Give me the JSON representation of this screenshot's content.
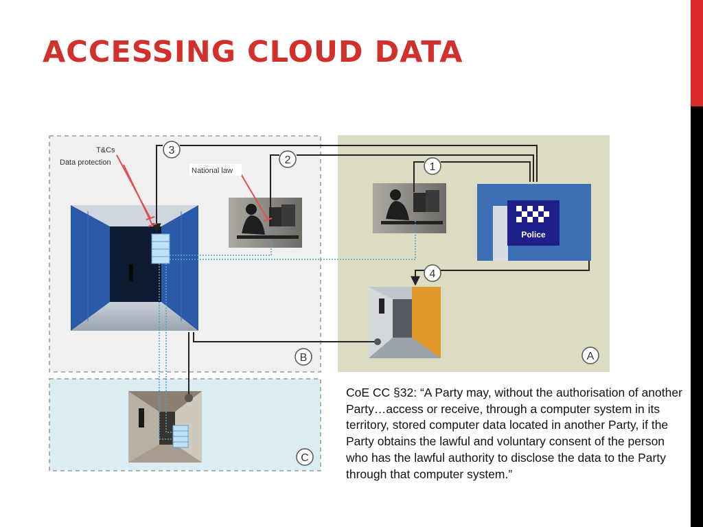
{
  "slide": {
    "title": "ACCESSING CLOUD DATA",
    "quote": "CoE CC §32: “A Party may, without the authorisation of another Party…access or receive, through a computer system in its territory, stored computer data located in another Party, if the Party obtains the lawful and voluntary consent of the person who has the lawful authority to disclose the data to the Party through that computer system.”",
    "colors": {
      "accent": "#d0312d",
      "zone_a": "#dcdcc3",
      "zone_b": "#f0f0f0",
      "zone_c": "#dcedf2",
      "police": "#1f1f8a"
    }
  },
  "diagram": {
    "zones": {
      "a": "A",
      "b": "B",
      "c": "C"
    },
    "annotations": {
      "tcs": "T&Cs",
      "data_protection": "Data protection",
      "national_law": "National law"
    },
    "steps": [
      "1",
      "2",
      "3",
      "4"
    ],
    "police_sign": "Police",
    "icons": [
      "server-room-photo",
      "office-worker-photo",
      "police-sign-photo",
      "corridor-photo",
      "data-stack-icon"
    ]
  }
}
